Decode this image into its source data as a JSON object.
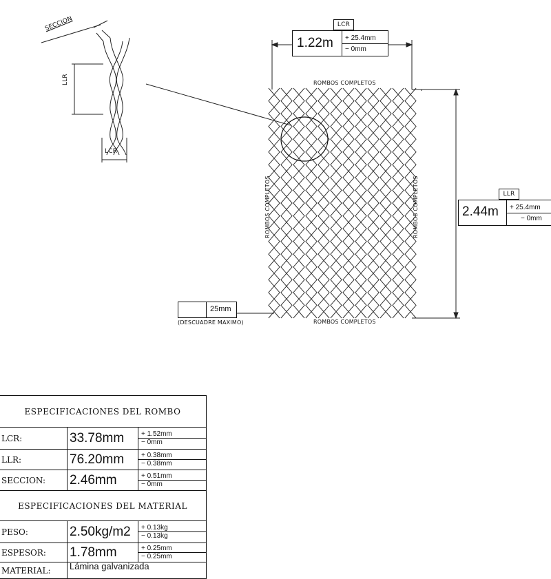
{
  "detail": {
    "seccion_label": "SECCION",
    "llr_label": "LLR",
    "lcr_label": "LCR"
  },
  "panel": {
    "width": {
      "tag": "LCR",
      "value": "1.22m",
      "tol_plus": "+ 25.4mm",
      "tol_minus": "− 0mm"
    },
    "height": {
      "tag": "LLR",
      "value": "2.44m",
      "tol_plus": "+ 25.4mm",
      "tol_minus": "− 0mm"
    },
    "top_label": "ROMBOS COMPLETOS",
    "bottom_label": "ROMBOS COMPLETOS",
    "left_label": "ROMBOS COMPLETOS",
    "right_label": "ROMBOS COMPLETOS"
  },
  "descuadre": {
    "value": "25mm",
    "label": "(DESCUADRE MAXIMO)"
  },
  "spec_rombo": {
    "title": "ESPECIFICACIONES DEL ROMBO",
    "rows": [
      {
        "label": "LCR:",
        "value": "33.78mm",
        "tol_plus": "+ 1.52mm",
        "tol_minus": "− 0mm"
      },
      {
        "label": "LLR:",
        "value": "76.20mm",
        "tol_plus": "+ 0.38mm",
        "tol_minus": "− 0.38mm"
      },
      {
        "label": "SECCION:",
        "value": "2.46mm",
        "tol_plus": "+ 0.51mm",
        "tol_minus": "− 0mm"
      }
    ]
  },
  "spec_material": {
    "title": "ESPECIFICACIONES DEL MATERIAL",
    "rows": [
      {
        "label": "PESO:",
        "value": "2.50kg/m2",
        "tol_plus": "+ 0.13kg",
        "tol_minus": "− 0.13kg"
      },
      {
        "label": "ESPESOR:",
        "value": "1.78mm",
        "tol_plus": "+ 0.25mm",
        "tol_minus": "− 0.25mm"
      },
      {
        "label": "MATERIAL:",
        "value": "Lámina galvanizada"
      }
    ]
  }
}
